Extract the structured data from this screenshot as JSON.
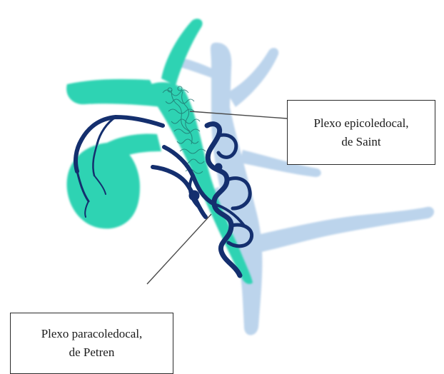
{
  "labels": {
    "epicoledocal": {
      "line1": "Plexo epicoledocal,",
      "line2": "de Saint"
    },
    "paracoledocal": {
      "line1": "Plexo paracoledocal,",
      "line2": "de Petren"
    }
  },
  "colors": {
    "bile_duct": "#bcd4ec",
    "gallbladder": "#2fd3b3",
    "artery": "#142f6e",
    "leader_line": "#4a4a4a"
  }
}
